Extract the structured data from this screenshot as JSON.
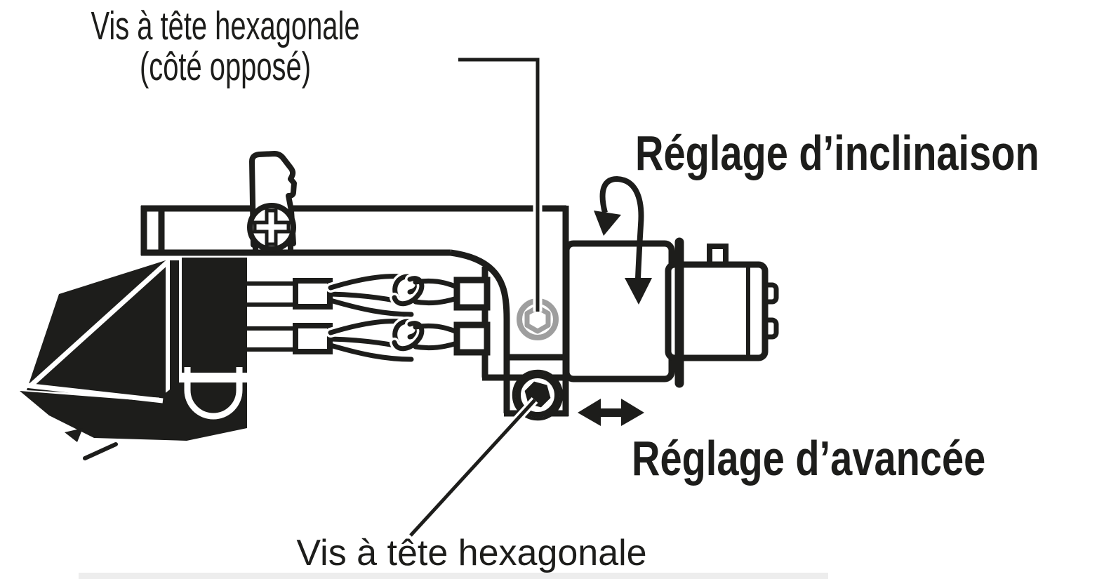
{
  "labels": {
    "hex_screw_top": {
      "line1": "Vis à tête hexagonale",
      "line2": "(côté opposé)"
    },
    "tilt_adjustment": "Réglage d’inclinaison",
    "advance_adjustment": "Réglage d’avancée",
    "hex_screw_bottom": "Vis à tête hexagonale"
  },
  "icons": {
    "phillips_screw": "phillips-cross-screw",
    "hex_screw_hidden": "hex-socket-screw-far-side",
    "hex_screw": "hex-socket-screw",
    "tilt_arrow": "curved-rotation-arrow",
    "advance_arrow": "horizontal-double-headed-arrow"
  },
  "colors": {
    "ink": "#1d1d1b",
    "hidden_screw_gray": "#9e9e9e",
    "background": "#ffffff",
    "footer_strip": "#ededed"
  }
}
